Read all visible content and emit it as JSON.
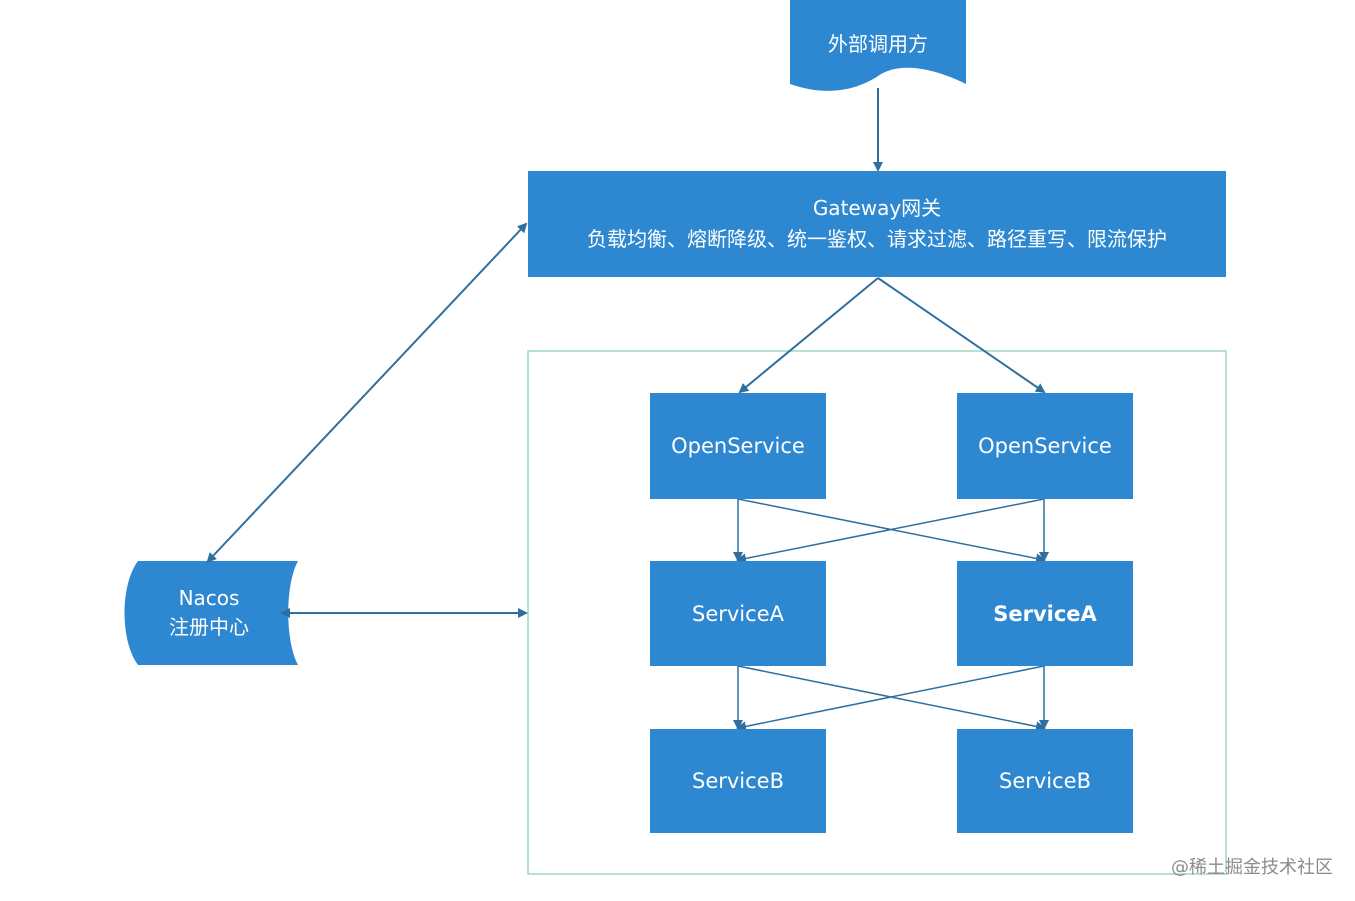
{
  "caller": {
    "label": "外部调用方"
  },
  "gateway": {
    "title": "Gateway网关",
    "features": "负载均衡、熔断降级、统一鉴权、请求过滤、路径重写、限流保护"
  },
  "registry": {
    "name": "Nacos",
    "label": "注册中心"
  },
  "services": {
    "open_left": "OpenService",
    "open_right": "OpenService",
    "a_left": "ServiceA",
    "a_right": "ServiceA",
    "b_left": "ServiceB",
    "b_right": "ServiceB"
  },
  "watermark": "@稀土掘金技术社区",
  "colors": {
    "node_fill": "#2e88d1",
    "arrow": "#2f6f9f",
    "cluster_border": "#9fd6c2"
  }
}
